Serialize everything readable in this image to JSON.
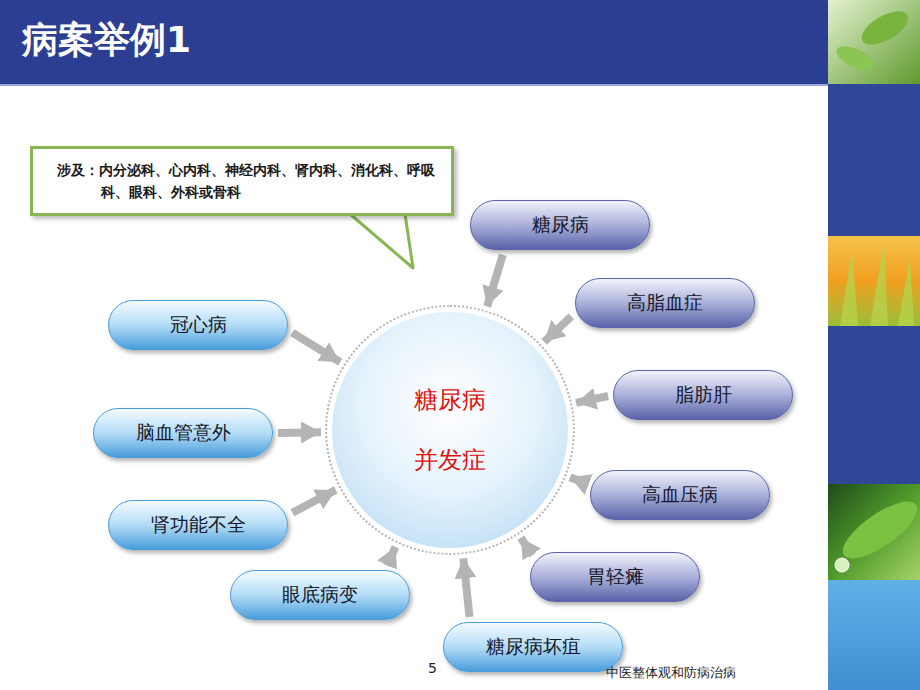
{
  "diagram": {
    "title": "病案举例1",
    "nodes": [
      {
        "text": [
          "涉及：内分泌科、心内科、神经内科、肾内科、消化科、呼吸科、眼科、外科或骨科"
        ]
      },
      {
        "text": [
          "糖尿病"
        ]
      },
      {
        "text": [
          "高脂血症"
        ]
      },
      {
        "text": [
          "冠心病"
        ]
      },
      {
        "text": [
          "糖尿病 并发症"
        ]
      },
      {
        "text": [
          "脂肪肝"
        ]
      },
      {
        "text": [
          "脑血管意外"
        ]
      },
      {
        "text": [
          "高血压病"
        ]
      },
      {
        "text": [
          "肾功能不全"
        ]
      },
      {
        "text": [
          "胃轻瘫"
        ]
      },
      {
        "text": [
          "眼底病变"
        ]
      },
      {
        "text": [
          "糖尿病坏疽"
        ]
      }
    ],
    "edges": [
      {
        "from": 1,
        "to": 4,
        "arrow": "to"
      },
      {
        "from": 2,
        "to": 4,
        "arrow": "to"
      },
      {
        "from": 5,
        "to": 4,
        "arrow": "to"
      },
      {
        "from": 7,
        "to": 4,
        "arrow": "to"
      },
      {
        "from": 9,
        "to": 4,
        "arrow": "to"
      },
      {
        "from": 11,
        "to": 4,
        "arrow": "to"
      },
      {
        "from": 10,
        "to": 4,
        "arrow": "to"
      },
      {
        "from": 8,
        "to": 4,
        "arrow": "to"
      },
      {
        "from": 6,
        "to": 4,
        "arrow": "to"
      },
      {
        "from": 3,
        "to": 4,
        "arrow": "to"
      }
    ],
    "labels": [
      "5",
      "中医整体观和防病治病"
    ]
  }
}
